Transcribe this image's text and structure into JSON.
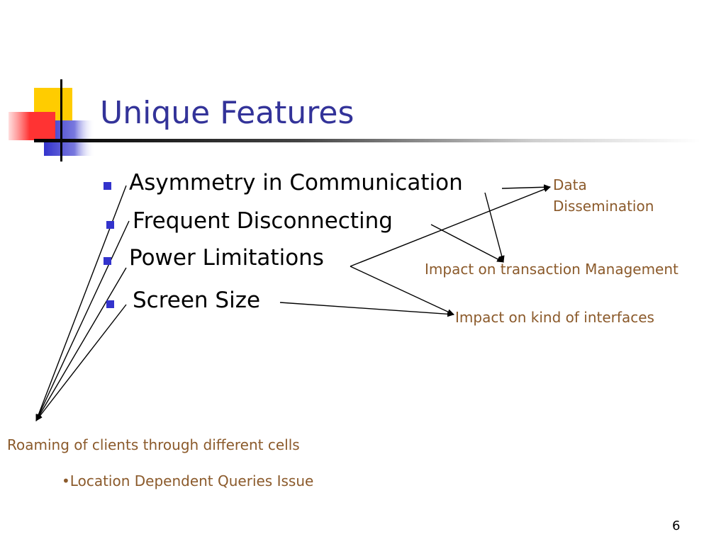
{
  "title": "Unique Features",
  "bullets": [
    {
      "label": "Asymmetry in Communication"
    },
    {
      "label": "Frequent Disconnecting"
    },
    {
      "label": "Power Limitations"
    },
    {
      "label": "Screen Size"
    }
  ],
  "annotations": {
    "data_dissemination": [
      "Data",
      "Dissemination"
    ],
    "transaction_management": "Impact on transaction Management",
    "interfaces": "Impact on kind of interfaces",
    "roaming": "Roaming of clients through different cells",
    "location_queries": "•Location Dependent Queries Issue"
  },
  "page_number": "6",
  "colors": {
    "title": "#333399",
    "bullet": "#3333cc",
    "annotation": "#8b5a2b",
    "deco_yellow": "#ffcc00",
    "deco_red": "#ff3333",
    "deco_blue": "#3333cc"
  }
}
